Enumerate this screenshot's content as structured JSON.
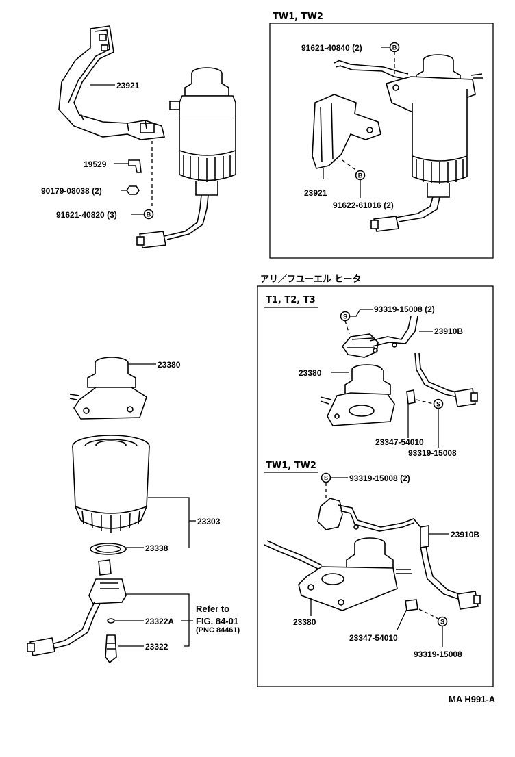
{
  "panels": {
    "top_right": {
      "title": "TW1, TW2"
    },
    "bottom_right": {
      "title": "アリ／フユーエル ヒータ"
    },
    "variant_t": {
      "title": "T1, T2, T3"
    },
    "variant_tw": {
      "title": "TW1, TW2"
    }
  },
  "labels": {
    "top_left": {
      "l23921": "23921",
      "l19529": "19529",
      "l90179": "90179-08038 (2)",
      "l91621": "91621-40820 (3)"
    },
    "top_right": {
      "l91621": "91621-40840 (2)",
      "l23921": "23921",
      "l91622": "91622-61016 (2)"
    },
    "bottom_left": {
      "l23380": "23380",
      "l23303": "23303",
      "l23338": "23338",
      "l23322A": "23322A",
      "l23322": "23322",
      "refer1": "Refer to",
      "refer2": "FIG. 84-01",
      "refer3": "(PNC 84461)"
    },
    "variant_t": {
      "l93319a": "93319-15008 (2)",
      "l23910B": "23910B",
      "l23380": "23380",
      "l23347": "23347-54010",
      "l93319b": "93319-15008"
    },
    "variant_tw": {
      "l93319a": "93319-15008 (2)",
      "l23910B": "23910B",
      "l23380": "23380",
      "l23347": "23347-54010",
      "l93319b": "93319-15008"
    }
  },
  "callout_codes": {
    "bolt": "B",
    "screw": "S"
  },
  "footer": {
    "code": "MA  H991-A"
  }
}
